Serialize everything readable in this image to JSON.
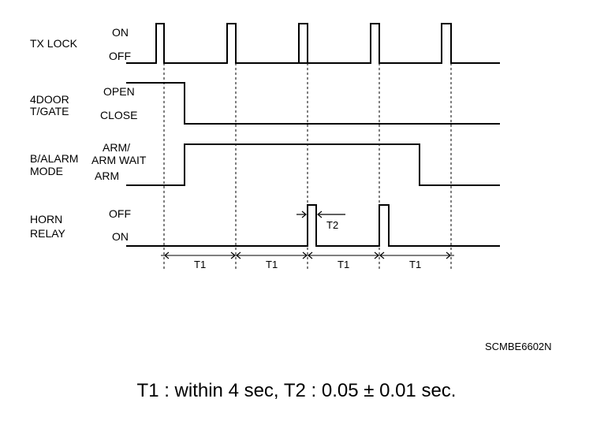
{
  "signals": [
    {
      "id": "tx-lock",
      "name_lines": [
        "TX LOCK"
      ],
      "states": [
        "ON",
        "OFF"
      ]
    },
    {
      "id": "door",
      "name_lines": [
        "4DOOR",
        "T/GATE"
      ],
      "states": [
        "OPEN",
        "CLOSE"
      ]
    },
    {
      "id": "alarm",
      "name_lines": [
        "B/ALARM",
        "MODE"
      ],
      "states": [
        "ARM/",
        "ARM WAIT",
        "ARM"
      ]
    },
    {
      "id": "horn",
      "name_lines": [
        "HORN",
        "RELAY"
      ],
      "states": [
        "OFF",
        "ON"
      ]
    }
  ],
  "intervals": [
    "T1",
    "T1",
    "T1",
    "T1"
  ],
  "pulse_label": "T2",
  "reference_code": "SCMBE6602N",
  "caption": "T1 : within 4 sec, T2 : 0.05 ± 0.01 sec."
}
